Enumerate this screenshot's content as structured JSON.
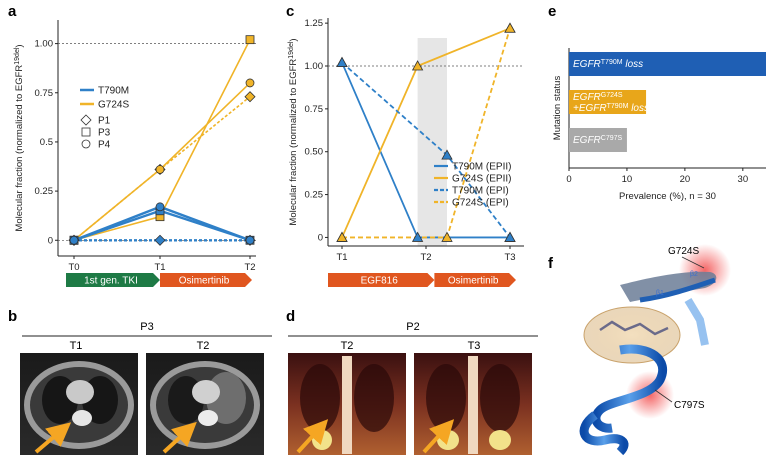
{
  "colors": {
    "t790m": "#2f80c8",
    "g724s": "#f0b429",
    "phase_green": "#1e7a45",
    "phase_orange": "#e0561f",
    "bar_blue": "#1f5fb4",
    "bar_orange": "#e8a61a",
    "bar_grey": "#a9a9a9",
    "highlight": "#e6e6e6"
  },
  "panels": {
    "a": {
      "letter": "a"
    },
    "b": {
      "letter": "b",
      "patient": "P3",
      "labels": [
        "T1",
        "T2"
      ]
    },
    "c": {
      "letter": "c"
    },
    "d": {
      "letter": "d",
      "patient": "P2",
      "labels": [
        "T2",
        "T3"
      ]
    },
    "e": {
      "letter": "e"
    },
    "f": {
      "letter": "f",
      "labels": [
        "G724S",
        "C797S",
        "β1",
        "β2"
      ]
    }
  },
  "chart_data": [
    {
      "id": "a",
      "type": "line",
      "ylabel": "Molecular fraction (normalized to EGFR",
      "ylabel_sup": "19del",
      "ylabel_close": ")",
      "x_categories": [
        "T0",
        "T1",
        "T2"
      ],
      "y_ticks": [
        "0",
        "0.25",
        "0.5",
        "0.75",
        "1.00"
      ],
      "ylim": [
        -0.08,
        1.12
      ],
      "reference_line": 1.0,
      "legend": {
        "mutations": [
          "T790M",
          "G724S"
        ],
        "patients": [
          "P1",
          "P3",
          "P4"
        ]
      },
      "series": [
        {
          "mutation": "G724S",
          "patient": "P1",
          "marker": "diamond",
          "dash": true,
          "values": [
            0,
            0.36,
            0.73
          ]
        },
        {
          "mutation": "G724S",
          "patient": "P3",
          "marker": "square",
          "dash": false,
          "values": [
            0,
            0.12,
            1.02
          ]
        },
        {
          "mutation": "G724S",
          "patient": "P4",
          "marker": "circle",
          "dash": false,
          "values": [
            0,
            0.36,
            0.8
          ]
        },
        {
          "mutation": "T790M",
          "patient": "P1",
          "marker": "diamond",
          "dash": true,
          "values": [
            0,
            0,
            0
          ]
        },
        {
          "mutation": "T790M",
          "patient": "P3",
          "marker": "square",
          "dash": false,
          "values": [
            0,
            0.15,
            0
          ]
        },
        {
          "mutation": "T790M",
          "patient": "P4",
          "marker": "circle",
          "dash": false,
          "values": [
            0,
            0.17,
            0
          ]
        }
      ],
      "phases": [
        {
          "label": "1st gen. TKI",
          "from": "T0",
          "to": "T1",
          "color": "#1e7a45"
        },
        {
          "label": "Osimertinib",
          "from": "T1",
          "to": "T2",
          "color": "#e0561f"
        }
      ]
    },
    {
      "id": "c",
      "type": "line",
      "ylabel": "Molecular fraction (normalized to EGFR",
      "ylabel_sup": "19del",
      "ylabel_close": ")",
      "x_categories": [
        "T1",
        "T2",
        "T3"
      ],
      "y_ticks": [
        "0",
        "0.25",
        "0.50",
        "0.75",
        "1.00",
        "1.25"
      ],
      "ylim": [
        -0.05,
        1.28
      ],
      "reference_line": 1.0,
      "highlight_x_range": [
        1.9,
        2.25
      ],
      "series": [
        {
          "name": "T790M (EPII)",
          "mutation": "T790M",
          "dash": false,
          "x": [
            1,
            1.9,
            3
          ],
          "values": [
            1.02,
            0,
            0
          ]
        },
        {
          "name": "G724S (EPII)",
          "mutation": "G724S",
          "dash": false,
          "x": [
            1,
            1.9,
            3
          ],
          "values": [
            0,
            1.0,
            1.22
          ]
        },
        {
          "name": "T790M (EPI)",
          "mutation": "T790M",
          "dash": true,
          "x": [
            1,
            2.25,
            3
          ],
          "values": [
            1.02,
            0.48,
            0
          ]
        },
        {
          "name": "G724S (EPI)",
          "mutation": "G724S",
          "dash": true,
          "x": [
            1,
            2.25,
            3
          ],
          "values": [
            0,
            0,
            1.22
          ]
        }
      ],
      "phases": [
        {
          "label": "EGF816",
          "from": 1,
          "to": 2.1,
          "color": "#e0561f"
        },
        {
          "label": "Osimertinib",
          "from": 2.1,
          "to": 3,
          "color": "#e0561f"
        }
      ]
    },
    {
      "id": "e",
      "type": "bar",
      "orientation": "horizontal",
      "ylabel": "Mutation status",
      "xlabel": "Prevalence (%), n = 30",
      "x_ticks": [
        0,
        10,
        20,
        30
      ],
      "xlim": [
        0,
        34
      ],
      "bars": [
        {
          "label_parts": [
            "EGFR",
            "T790M",
            " loss"
          ],
          "value": 34,
          "color": "#1f5fb4"
        },
        {
          "label_parts": [
            "EGFR",
            "G724S",
            "+EGFR",
            "T790M",
            " loss"
          ],
          "value": 13.3,
          "color": "#e8a61a"
        },
        {
          "label_parts": [
            "EGFR",
            "C797S"
          ],
          "value": 10,
          "color": "#a9a9a9"
        }
      ]
    }
  ]
}
